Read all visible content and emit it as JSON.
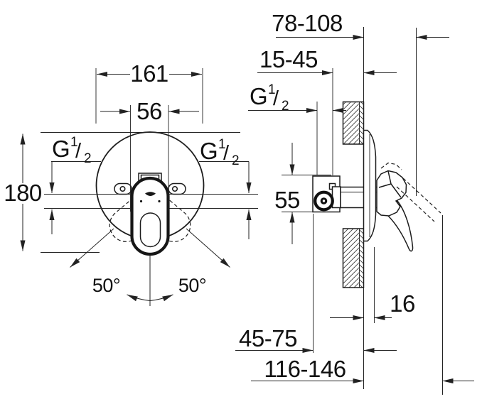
{
  "drawing_type": "installation-dimension-drawing",
  "front_view": {
    "dims": {
      "diameter": "161",
      "cartridge_width": "56",
      "height": "180",
      "swing_left": "50°",
      "swing_right": "50°"
    }
  },
  "side_view": {
    "dims": {
      "depth_range": "78-108",
      "wall_thickness_range": "15-45",
      "body_height": "55",
      "escutcheon_offset": "16",
      "depth_min_range": "45-75",
      "depth_max_range": "116-146"
    }
  },
  "thread": {
    "symbol": "G",
    "numerator": "1",
    "slash": "/",
    "denominator": "2"
  },
  "colors": {
    "line": "#222222",
    "text": "#111111",
    "background": "#ffffff"
  }
}
